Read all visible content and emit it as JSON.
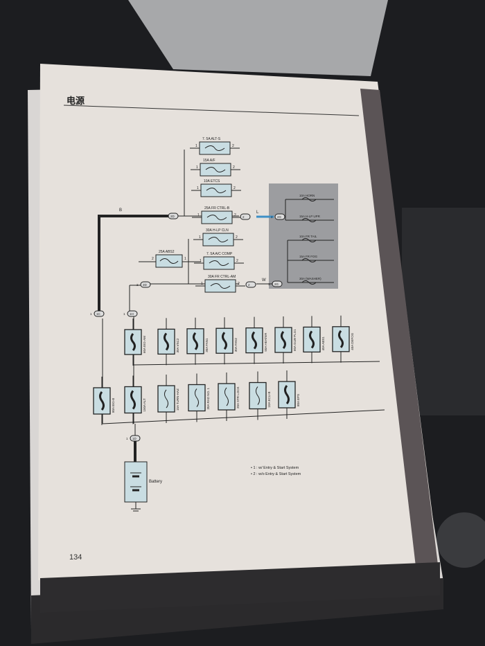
{
  "header": {
    "section_title": "电源"
  },
  "page_number": "134",
  "top_fuses": [
    {
      "label": "7. 5A ALT-S",
      "pin_in": "1",
      "pin_out": "2"
    },
    {
      "label": "15A A/F",
      "pin_in": "1",
      "pin_out": "2"
    },
    {
      "label": "10A ETCS",
      "pin_in": "1",
      "pin_out": "2"
    },
    {
      "label": "25A FR CTRL-B",
      "pin_in": "1",
      "pin_out": "2"
    },
    {
      "label": "30A H-LP CLN",
      "pin_in": "1",
      "pin_out": "2"
    },
    {
      "label": "7. 5A A/C COMP",
      "pin_in": "1",
      "pin_out": "2"
    },
    {
      "label": "30A FR CTRL-AM",
      "pin_in": "1",
      "pin_out": "2"
    }
  ],
  "abs_fuse": {
    "label": "25A ABS2",
    "pin_in": "2",
    "pin_out": "1"
  },
  "relay_box_fuses": [
    "10A HORN",
    "15A H-LP UPR",
    "10A FR TAIL",
    "15A FR FOG",
    "30A (WASHER)"
  ],
  "connectors": {
    "main_b": {
      "pin": "1",
      "id": "2D"
    },
    "main_am": {
      "pin": "2",
      "id": "2D"
    },
    "mid_b": {
      "pin": "",
      "id": "2"
    },
    "mid_am": {
      "pin": "",
      "id": "2"
    },
    "box_b": {
      "pin": "2",
      "id": "2G"
    },
    "box_am": {
      "pin": "1",
      "id": "2G"
    },
    "left1": {
      "pin": "1",
      "id": "1C"
    },
    "left2": {
      "pin": "1",
      "id": "1H"
    },
    "battery": {
      "pin": "1",
      "id": "1D"
    }
  },
  "wire_colors": {
    "b": "B",
    "l": "L",
    "w": "W"
  },
  "row1_fuses": [
    "60A EIG-AM",
    "30A VSC2",
    "30A FAN1",
    "30A FAN2",
    "50A HEATER",
    "60A GLW PLG1",
    "40A ABS1",
    "40A DEFOG"
  ],
  "row2_fuses": [
    {
      "label": "80A EIG-B",
      "big": true
    },
    {
      "label": "150A ALT",
      "big": true
    },
    {
      "label": "15A TURN-HAZ",
      "big": false
    },
    {
      "label": "30A RAD NO. 1",
      "big": false
    },
    {
      "label": "20A STR LOCK",
      "big": false
    },
    {
      "label": "10A ECU-B",
      "big": false
    },
    {
      "label": "80A EPS",
      "big": true
    }
  ],
  "battery_label": "Battery",
  "notes": [
    "• 1 : w/ Entry & Start System",
    "• 2 : w/o Entry & Start System"
  ],
  "colors": {
    "fuse_fill": "#c9dde2",
    "relay_box": "#9c9da0",
    "wire_l": "#3d8fc6",
    "page": "#e6e1dc"
  }
}
